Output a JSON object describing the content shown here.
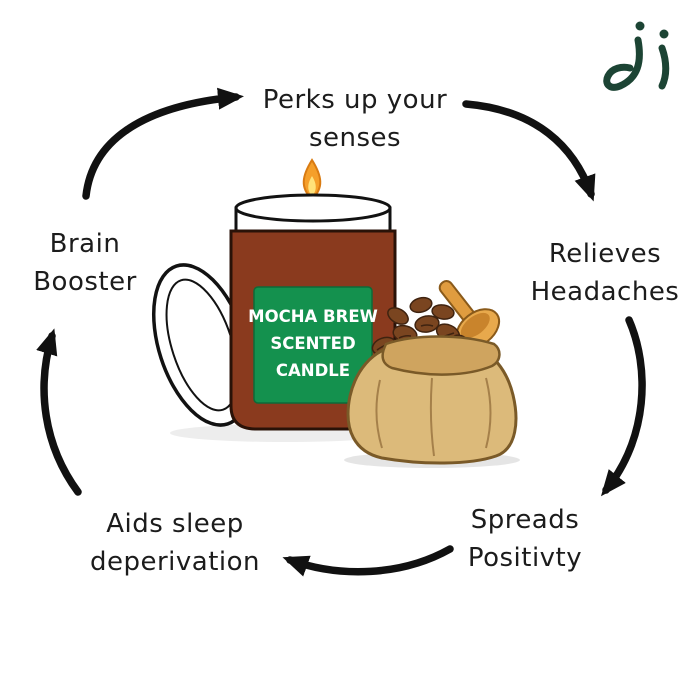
{
  "brand": {
    "logo_name": "ji-leaf-logo",
    "logo_color": "#1c4434"
  },
  "benefits": [
    {
      "line1": "Perks up your",
      "line2": "senses"
    },
    {
      "line1": "Relieves",
      "line2": "Headaches"
    },
    {
      "line1": "Spreads",
      "line2": "Positivty"
    },
    {
      "line1": "Aids sleep",
      "line2": "deperivation"
    },
    {
      "line1": "Brain",
      "line2": "Booster"
    }
  ],
  "candle_label": {
    "line1": "MOCHA BREW",
    "line2": "SCENTED",
    "line3": "CANDLE"
  },
  "colors": {
    "arrow": "#111111",
    "jar": "#8a3a1e",
    "label_green": "#14914e",
    "sack": "#dcba7a",
    "bean": "#7a4520"
  }
}
